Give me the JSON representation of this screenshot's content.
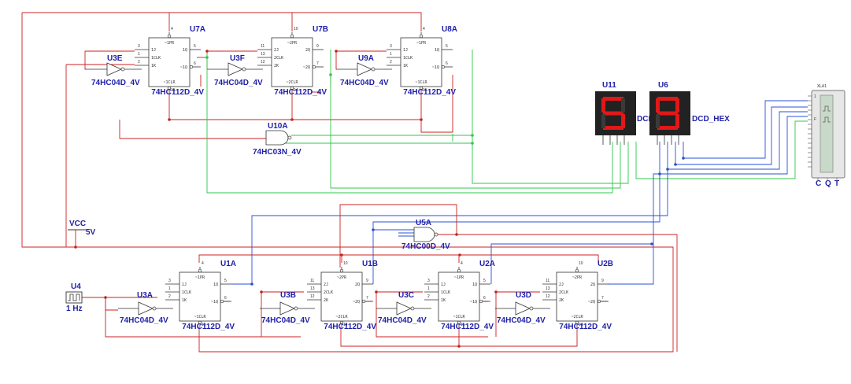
{
  "colors": {
    "red": "#cc2020",
    "blue": "#2a4fd8",
    "green": "#2ec84a",
    "label": "#1f1fa8",
    "body": "#333333",
    "seg_on": "#e01818",
    "seg_bg": "#222222"
  },
  "flipflops": [
    {
      "id": "U7A",
      "type": "74HC112D_4V",
      "pins": {
        "pr": "4",
        "j": "3",
        "clk": "1",
        "k": "2",
        "q": "5",
        "qn": "6",
        "clr": "15"
      },
      "names": {
        "pr": "~1PR",
        "j": "1J",
        "clk": "1CLK",
        "k": "1K",
        "q": "1Q",
        "qn": "~1Q",
        "clr": "~1CLR"
      }
    },
    {
      "id": "U7B",
      "type": "74HC112D_4V",
      "pins": {
        "pr": "10",
        "j": "11",
        "clk": "13",
        "k": "12",
        "q": "9",
        "qn": "7",
        "clr": "14"
      },
      "names": {
        "pr": "~2PR",
        "j": "2J",
        "clk": "2CLK",
        "k": "2K",
        "q": "2Q",
        "qn": "~2Q",
        "clr": "~2CLR"
      }
    },
    {
      "id": "U8A",
      "type": "74HC112D_4V",
      "pins": {
        "pr": "4",
        "j": "3",
        "clk": "1",
        "k": "2",
        "q": "5",
        "qn": "6",
        "clr": "15"
      },
      "names": {
        "pr": "~1PR",
        "j": "1J",
        "clk": "1CLK",
        "k": "1K",
        "q": "1Q",
        "qn": "~1Q",
        "clr": "~1CLR"
      }
    },
    {
      "id": "U1A",
      "type": "74HC112D_4V",
      "pins": {
        "pr": "4",
        "j": "3",
        "clk": "1",
        "k": "2",
        "q": "5",
        "qn": "6",
        "clr": "15"
      },
      "names": {
        "pr": "~1PR",
        "j": "1J",
        "clk": "1CLK",
        "k": "1K",
        "q": "1Q",
        "qn": "~1Q",
        "clr": "~1CLR"
      }
    },
    {
      "id": "U1B",
      "type": "74HC112D_4V",
      "pins": {
        "pr": "10",
        "j": "11",
        "clk": "13",
        "k": "12",
        "q": "9",
        "qn": "7",
        "clr": "14"
      },
      "names": {
        "pr": "~2PR",
        "j": "2J",
        "clk": "2CLK",
        "k": "2K",
        "q": "2Q",
        "qn": "~2Q",
        "clr": "~2CLR"
      }
    },
    {
      "id": "U2A",
      "type": "74HC112D_4V",
      "pins": {
        "pr": "4",
        "j": "3",
        "clk": "1",
        "k": "2",
        "q": "5",
        "qn": "6",
        "clr": "15"
      },
      "names": {
        "pr": "~1PR",
        "j": "1J",
        "clk": "1CLK",
        "k": "1K",
        "q": "1Q",
        "qn": "~1Q",
        "clr": "~1CLR"
      }
    },
    {
      "id": "U2B",
      "type": "74HC112D_4V",
      "pins": {
        "pr": "10",
        "j": "11",
        "clk": "13",
        "k": "12",
        "q": "9",
        "qn": "7",
        "clr": "14"
      },
      "names": {
        "pr": "~2PR",
        "j": "2J",
        "clk": "2CLK",
        "k": "2K",
        "q": "2Q",
        "qn": "~2Q",
        "clr": "~2CLR"
      }
    }
  ],
  "inverters": [
    {
      "id": "U3E",
      "type": "74HC04D_4V"
    },
    {
      "id": "U3F",
      "type": "74HC04D_4V"
    },
    {
      "id": "U9A",
      "type": "74HC04D_4V"
    },
    {
      "id": "U3A",
      "type": "74HC04D_4V"
    },
    {
      "id": "U3B",
      "type": "74HC04D_4V"
    },
    {
      "id": "U3C",
      "type": "74HC04D_4V"
    },
    {
      "id": "U3D",
      "type": "74HC04D_4V"
    }
  ],
  "gates": [
    {
      "id": "U10A",
      "type": "74HC03N_4V"
    },
    {
      "id": "U5A",
      "type": "74HC00D_4V"
    }
  ],
  "displays": [
    {
      "id": "U11",
      "digit": 5,
      "label": "DCD"
    },
    {
      "id": "U6",
      "digit": 9,
      "label": "DCD_HEX"
    }
  ],
  "power": {
    "name": "VCC",
    "value": "5V"
  },
  "clock": {
    "id": "U4",
    "freq": "1 Hz"
  },
  "analyzer": {
    "id": "XLA1",
    "pin_labels": [
      "C",
      "Q",
      "T"
    ],
    "row1": "1",
    "rowF": "F"
  }
}
